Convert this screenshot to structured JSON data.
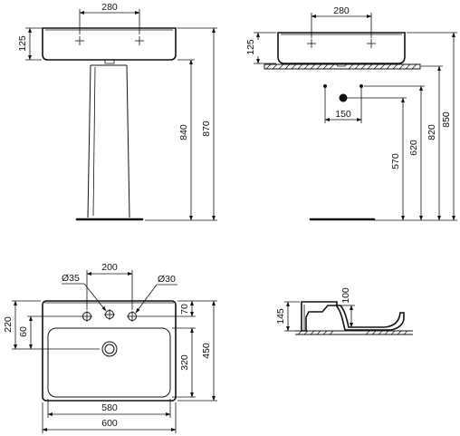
{
  "front_view": {
    "tap_spacing": "280",
    "bowl_height": "125",
    "pedestal_height": "840",
    "overall_height": "870"
  },
  "side_view": {
    "tap_spacing": "280",
    "bowl_height": "125",
    "waste_offset": "150",
    "waste_height": "570",
    "supply_height": "620",
    "overflow_height": "820",
    "top_height": "850"
  },
  "plan_view": {
    "tap_spacing": "200",
    "tap_hole_left": "Ø35",
    "tap_hole_right": "Ø30",
    "depth_to_taps": "220",
    "tap_row": "70",
    "waste_from_front": "60",
    "bowl_depth": "320",
    "overall_depth": "450",
    "bowl_width": "580",
    "overall_width": "600"
  },
  "section_view": {
    "overall_height": "145",
    "bowl_depth": "100"
  }
}
